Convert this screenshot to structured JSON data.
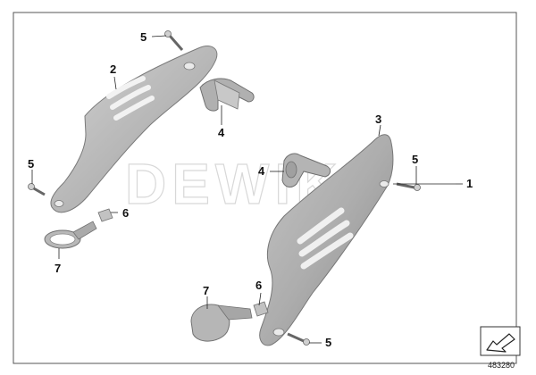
{
  "diagram": {
    "assembly_number": "1",
    "callouts": [
      "2",
      "3",
      "4",
      "4",
      "5",
      "5",
      "5",
      "5",
      "6",
      "6",
      "7",
      "7"
    ],
    "watermark": "DEWIKI",
    "reference_number": "483280"
  },
  "colors": {
    "border": "#555555",
    "part_fill": "#b9b9b9",
    "part_shade": "#8f8f8f",
    "leader": "#222222"
  }
}
